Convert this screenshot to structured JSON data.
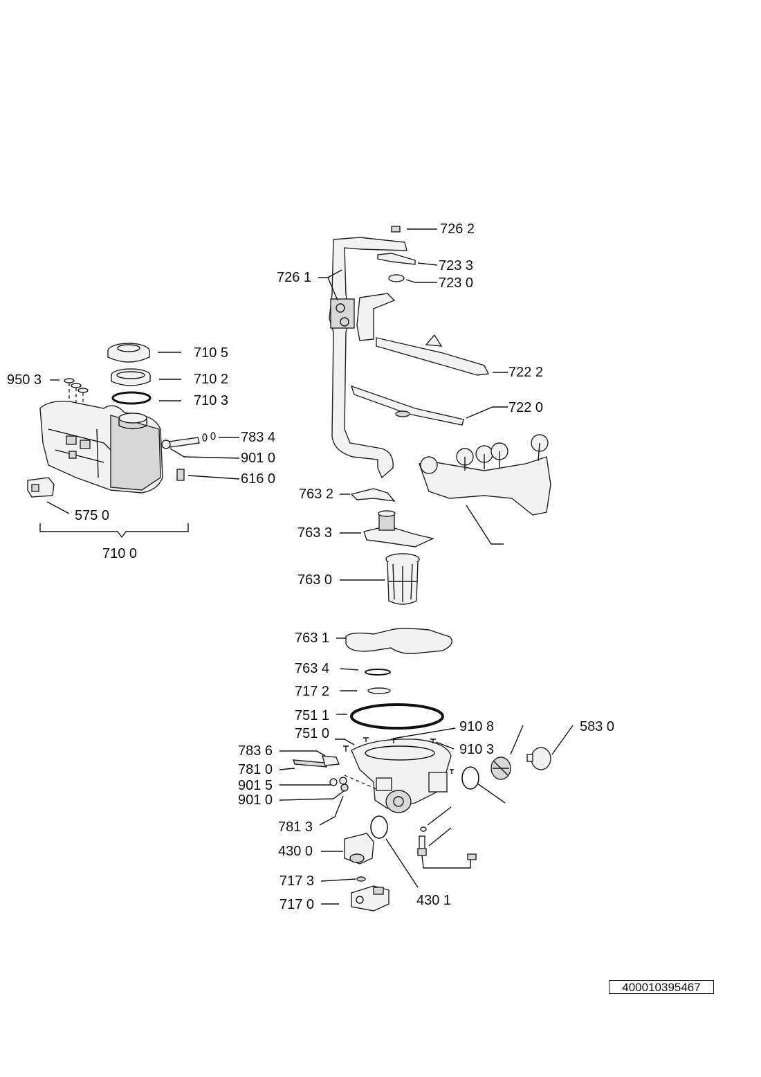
{
  "labels": {
    "p7262": "726 2",
    "p7233": "723 3",
    "p7261": "726 1",
    "p7230": "723 0",
    "p7105": "710 5",
    "p7102": "710 2",
    "p9503": "950 3",
    "p7103": "710 3",
    "p7222": "722 2",
    "p7220": "722 0",
    "p7834": "783 4",
    "p9010a": "901 0",
    "p6160": "616 0",
    "p7632": "763 2",
    "p5750": "575 0",
    "p7633": "763 3",
    "p7100": "710 0",
    "p7630": "763 0",
    "p7631": "763 1",
    "p7634": "763 4",
    "p7172": "717 2",
    "p7511": "751 1",
    "p9108": "910 8",
    "p5830": "583 0",
    "p7510": "751 0",
    "p9103": "910 3",
    "p7836": "783 6",
    "p7810": "781 0",
    "p9015": "901 5",
    "p9010b": "901 0",
    "p7813": "781 3",
    "p4300": "430 0",
    "p7173": "717 3",
    "p4301": "430 1",
    "p7170": "717 0"
  },
  "document_id": "400010395467"
}
